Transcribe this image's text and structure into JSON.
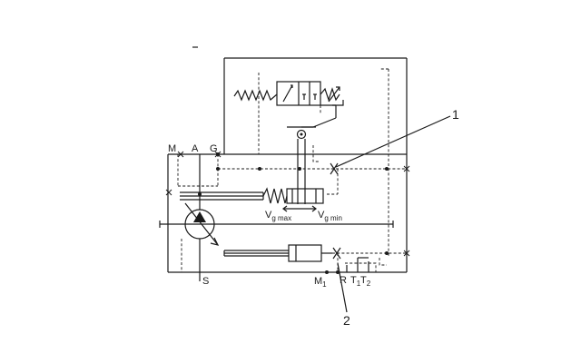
{
  "labels": {
    "port_m": "M",
    "port_a": "A",
    "port_g": "G",
    "port_s": "S",
    "port_m1": "M",
    "port_m1_sub": "1",
    "port_r": "R",
    "port_t1": "T",
    "port_t1_sub": "1",
    "port_t2": "T",
    "port_t2_sub": "2",
    "vg_max": "V",
    "vg_max_sub": "g max",
    "vg_min": "V",
    "vg_min_sub": "g min",
    "callout_1": "1",
    "callout_2": "2"
  }
}
